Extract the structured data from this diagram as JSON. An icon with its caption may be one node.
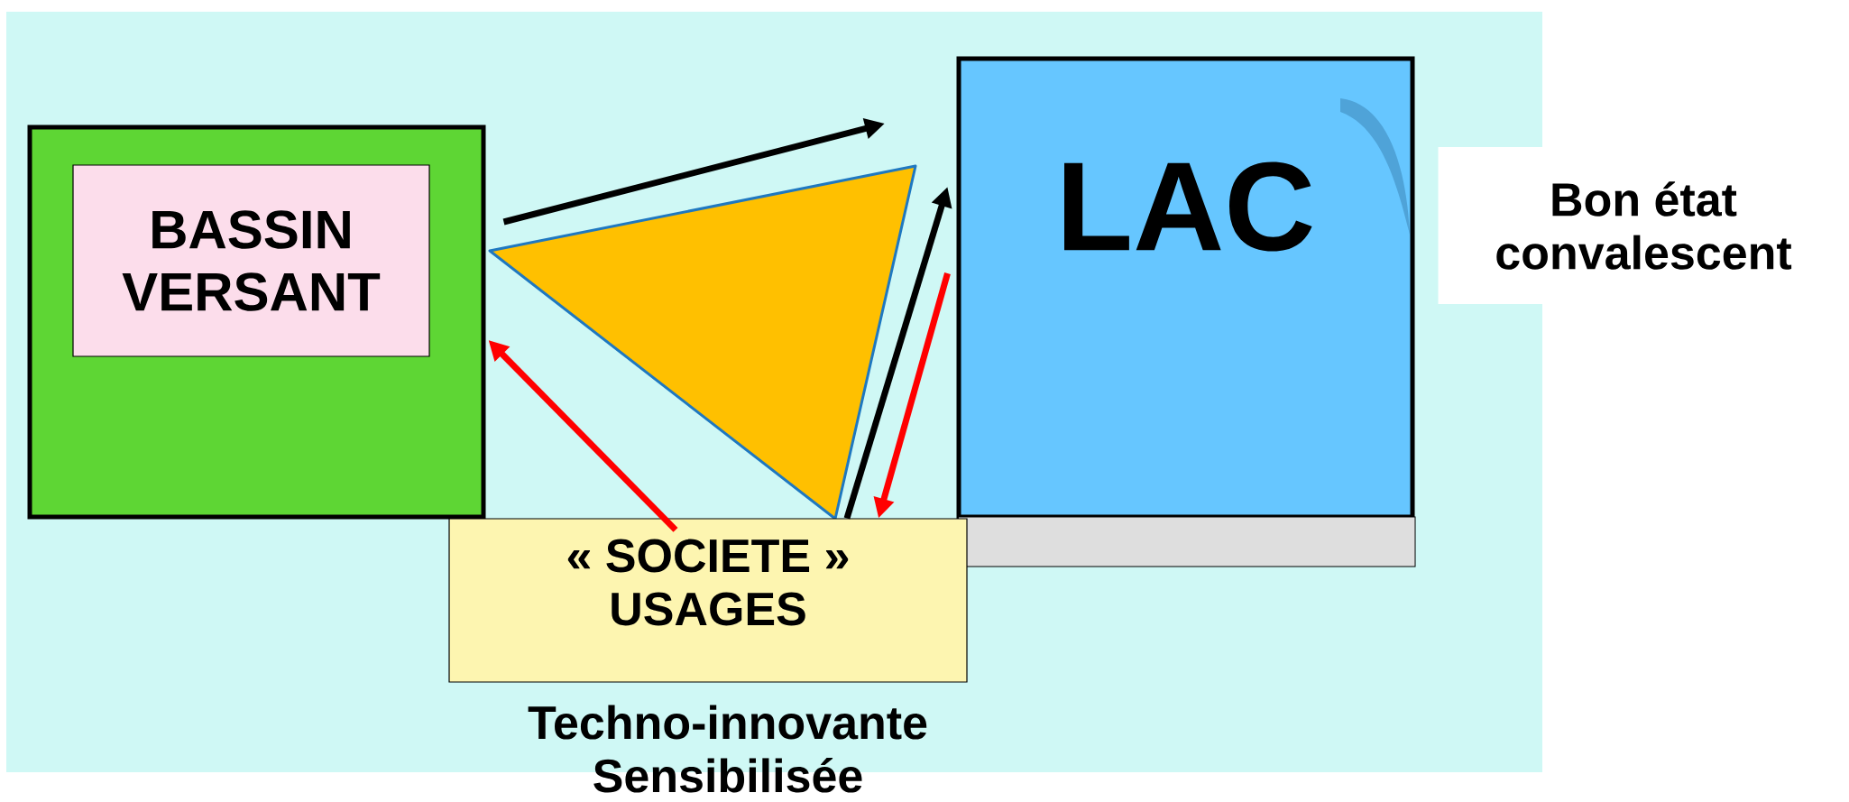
{
  "diagram": {
    "nodes": [
      {
        "text": [],
        "shape": "box"
      },
      {
        "text": [
          "BASSIN VERSANT"
        ],
        "in": 0
      },
      {
        "text": [
          "LAC"
        ],
        "beside": [
          "Bon état convalescent"
        ]
      },
      {
        "text": [],
        "shape": "triangle"
      },
      {
        "text": [
          "« SOCIETE » USAGES"
        ],
        "beside": [
          "Techno-innovante Sensibilisée"
        ]
      }
    ],
    "edges": [
      {
        "from": 0,
        "to": null,
        "arrow": "to"
      },
      {
        "from": 4,
        "to": 2,
        "arrow": "to"
      },
      {
        "from": 2,
        "to": 4,
        "arrow": "to",
        "color": "#ff0000"
      },
      {
        "from": 4,
        "to": 0,
        "arrow": "to",
        "color": "#ff0000"
      }
    ]
  }
}
